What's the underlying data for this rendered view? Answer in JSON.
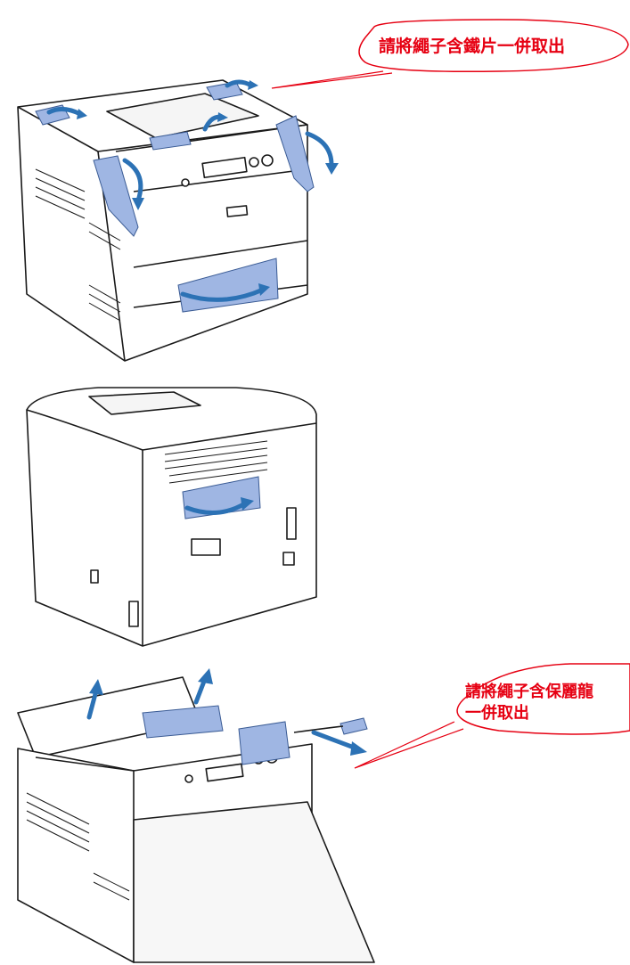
{
  "callouts": [
    {
      "lines": [
        "請將繩子含鐵片一併取出"
      ]
    },
    {
      "lines": [
        "請將繩子含保麗龍",
        "一併取出"
      ]
    }
  ],
  "figures": [
    {
      "id": "printer-front-tapes"
    },
    {
      "id": "printer-rear-tape"
    },
    {
      "id": "printer-open-cover"
    }
  ],
  "colors": {
    "callout": "#e60012",
    "tape": "#9fb6e3",
    "arrow": "#2c72b5",
    "line": "#1a1a1a"
  }
}
